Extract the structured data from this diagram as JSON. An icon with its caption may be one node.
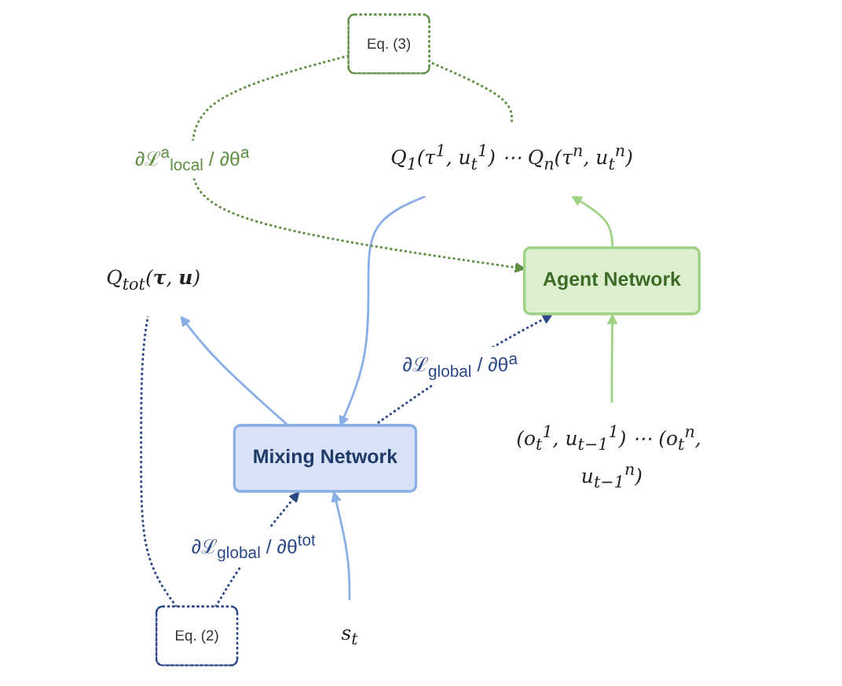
{
  "diagram": {
    "nodes": [
      {
        "text": [
          "Eq. (2)"
        ]
      },
      {
        "text": [
          "Q$_{tot}$(**τ**, **u**)"
        ]
      },
      {
        "text": [
          "Mixing Network"
        ]
      },
      {
        "text": [
          "s$_{t}$"
        ]
      },
      {
        "text": [
          "Q$_{1}$(τ$^{1}$, u$_{t}$$^{1}$) ⋯ Q$_{n}$(τ$^{n}$, u$_{t}$$^{n}$)"
        ]
      },
      {
        "text": [
          "Eq. (3)"
        ]
      },
      {
        "text": [
          "Agent Network"
        ]
      },
      {
        "text": [
          "(o$_{t}$$^{1}$, u$_{t−1}$$^{1}$) ⋯ (o$_{t}$$^{n}$, u$_{t−1}$$^{n}$)"
        ]
      }
    ],
    "edges": [
      {
        "from": 7,
        "to": 6,
        "arrow": "to",
        "color": "#9fd284"
      },
      {
        "from": 6,
        "to": 4,
        "arrow": "to",
        "color": "#9fd284"
      },
      {
        "from": 4,
        "to": 2,
        "arrow": "to",
        "color": "#8aaee6"
      },
      {
        "from": 2,
        "to": 1,
        "arrow": "to",
        "color": "#8aaee6"
      },
      {
        "from": 3,
        "to": 2,
        "arrow": "to",
        "color": "#8aaee6"
      },
      {
        "from": 0,
        "to": 1,
        "arrow": "none",
        "style": "dashed",
        "color": "#2e4a86"
      },
      {
        "from": 0,
        "to": 2,
        "arrow": "to",
        "style": "dashed",
        "color": "#2e4a86",
        "label": "∂ℒ$_{global}$ / ∂θ$^{tot}$"
      },
      {
        "from": 2,
        "to": 6,
        "arrow": "to",
        "style": "dashed",
        "color": "#2e4a86",
        "label": "∂ℒ$_{global}$ / ∂θ$^{a}$"
      },
      {
        "from": 4,
        "to": 5,
        "arrow": "none",
        "style": "dashed",
        "color": "#5f8f45"
      },
      {
        "from": 5,
        "to": 6,
        "arrow": "to",
        "style": "dashed",
        "color": "#5f8f45",
        "label": "∂ℒ$^{a}$$_{local}$ / ∂θ$^{a}$"
      }
    ]
  }
}
